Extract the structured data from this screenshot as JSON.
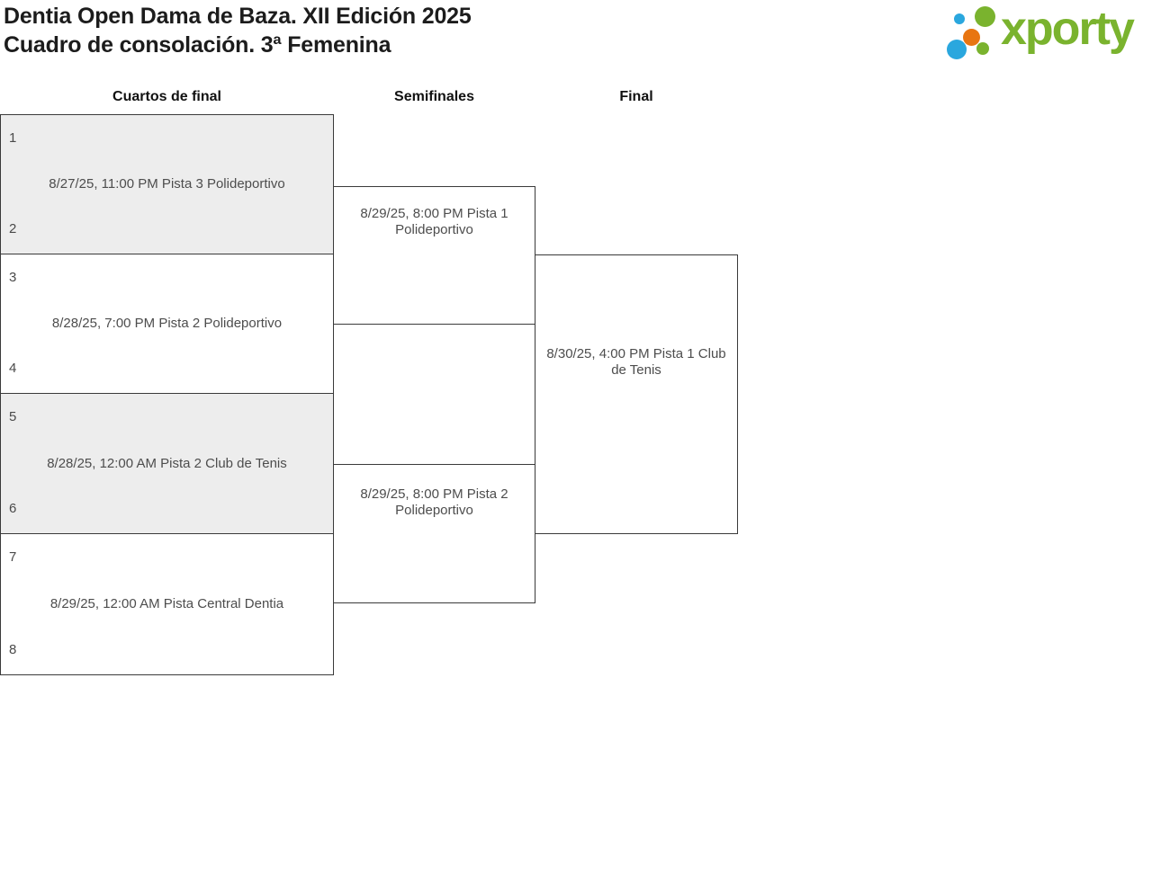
{
  "header": {
    "title_line1": "Dentia Open Dama de Baza. XII Edición 2025",
    "title_line2": "Cuadro de consolación. 3ª Femenina",
    "logo_text": "xporty"
  },
  "rounds": {
    "quarterfinals_label": "Cuartos de final",
    "semifinals_label": "Semifinales",
    "final_label": "Final"
  },
  "matches": {
    "qf1": {
      "seed_top": "1",
      "seed_bottom": "2",
      "schedule": "8/27/25, 11:00 PM Pista 3 Polideportivo"
    },
    "qf2": {
      "seed_top": "3",
      "seed_bottom": "4",
      "schedule": "8/28/25, 7:00 PM Pista 2 Polideportivo"
    },
    "qf3": {
      "seed_top": "5",
      "seed_bottom": "6",
      "schedule": "8/28/25, 12:00 AM Pista 2 Club de Tenis"
    },
    "qf4": {
      "seed_top": "7",
      "seed_bottom": "8",
      "schedule": "8/29/25, 12:00 AM Pista Central Dentia"
    },
    "sf1": {
      "schedule": "8/29/25, 8:00 PM Pista 1 Polideportivo"
    },
    "sf2": {
      "schedule": "8/29/25, 8:00 PM Pista 2 Polideportivo"
    },
    "final": {
      "schedule": "8/30/25, 4:00 PM Pista 1 Club de Tenis"
    }
  },
  "colors": {
    "brand_green": "#7ab32e",
    "brand_blue": "#2aa7de",
    "brand_orange": "#e87511",
    "box_border": "#3a3a3a",
    "box_alt_background": "#ededed"
  }
}
